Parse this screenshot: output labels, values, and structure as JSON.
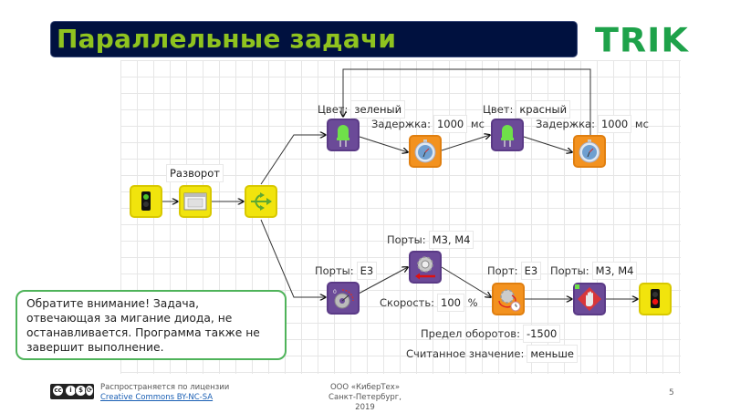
{
  "slide": {
    "title": "Параллельные задачи",
    "logo": "TRIK",
    "page_number": "5"
  },
  "colors": {
    "title_bg": "#00113f",
    "title_text": "#8fc31f",
    "logo": "#1ea24a",
    "note_border": "#4fb35a",
    "block_yellow": "#f1e40d",
    "block_purple": "#6b4a98",
    "block_orange": "#f3921f"
  },
  "diagram": {
    "blocks": [
      {
        "id": "start",
        "icon": "traffic-light-green-icon"
      },
      {
        "id": "turn",
        "icon": "window-icon",
        "label": "Разворот"
      },
      {
        "id": "fork",
        "icon": "fork-icon"
      },
      {
        "id": "led1",
        "icon": "led-icon",
        "param_label": "Цвет:",
        "param_value": "зеленый"
      },
      {
        "id": "timer1",
        "icon": "timer-icon",
        "param_label": "Задержка:",
        "param_value": "1000",
        "unit": "мс"
      },
      {
        "id": "led2",
        "icon": "led-icon",
        "param_label": "Цвет:",
        "param_value": "красный"
      },
      {
        "id": "timer2",
        "icon": "timer-icon",
        "param_label": "Задержка:",
        "param_value": "1000",
        "unit": "мс"
      },
      {
        "id": "encoder",
        "icon": "encoder-reset-icon",
        "param_label": "Порты:",
        "param_value": "E3"
      },
      {
        "id": "motors",
        "icon": "motor-backward-icon",
        "param_label": "Порты:",
        "param_value": "M3, M4",
        "param2_label": "Скорость:",
        "param2_value": "100",
        "param2_unit": "%"
      },
      {
        "id": "wait-encoder",
        "icon": "wait-encoder-icon",
        "param_label": "Порт:",
        "param_value": "E3",
        "param2_label": "Предел оборотов:",
        "param2_value": "-1500",
        "param3_label": "Считанное значение:",
        "param3_value": "меньше"
      },
      {
        "id": "stop-motors",
        "icon": "stop-hand-icon",
        "param_label": "Порты:",
        "param_value": "M3, M4"
      },
      {
        "id": "end",
        "icon": "traffic-light-red-icon"
      }
    ]
  },
  "note": {
    "text": "Обратите внимание! Задача, отвечающая за мигание диода, не останавливается. Программа также не завершит выполнение."
  },
  "footer": {
    "license_line": "Распространяется по лицензии",
    "license_link": "Creative Commons BY-NC-SA",
    "org_line1": "ООО «КиберТех»",
    "org_line2": "Санкт-Петербург, 2019"
  }
}
